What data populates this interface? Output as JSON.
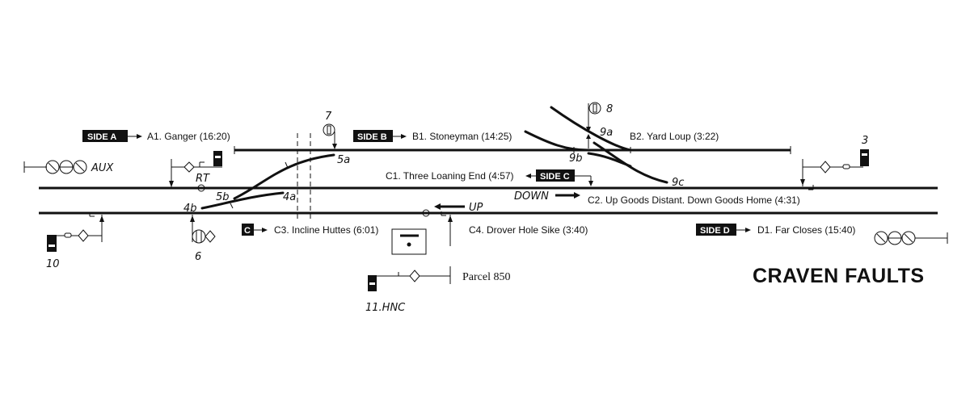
{
  "title": "CRAVEN FAULTS",
  "side_labels": [
    {
      "id": "A",
      "badge": "SIDE A",
      "text": "A1. Ganger (16:20)"
    },
    {
      "id": "B",
      "badge": "SIDE B",
      "text": "B1. Stoneyman (14:25)"
    },
    {
      "id": "B2",
      "text": "B2. Yard Loup (3:22)"
    },
    {
      "id": "C",
      "badge": "SIDE C",
      "text": "C1. Three Loaning End (4:57)"
    },
    {
      "id": "C2",
      "text": "C2. Up Goods Distant. Down Goods Home (4:31)"
    },
    {
      "id": "C3",
      "badge": "C",
      "text": "C3. Incline Huttes (6:01)"
    },
    {
      "id": "C4",
      "text": "C4. Drover Hole Sike (3:40)"
    },
    {
      "id": "D",
      "badge": "SIDE D",
      "text": "D1. Far Closes (15:40)"
    }
  ],
  "directions": {
    "down": "DOWN",
    "up": "UP"
  },
  "points": [
    "4a",
    "4b",
    "5a",
    "5b",
    "9a",
    "9b",
    "9c"
  ],
  "signals": {
    "s3": "3",
    "s6": "6",
    "s7": "7",
    "s8": "8",
    "s10": "10",
    "s11": "11.HNC",
    "aux": "AUX",
    "rt": "RT"
  },
  "parcel": "Parcel 850",
  "colors": {
    "ink": "#111111",
    "paper": "#ffffff"
  }
}
